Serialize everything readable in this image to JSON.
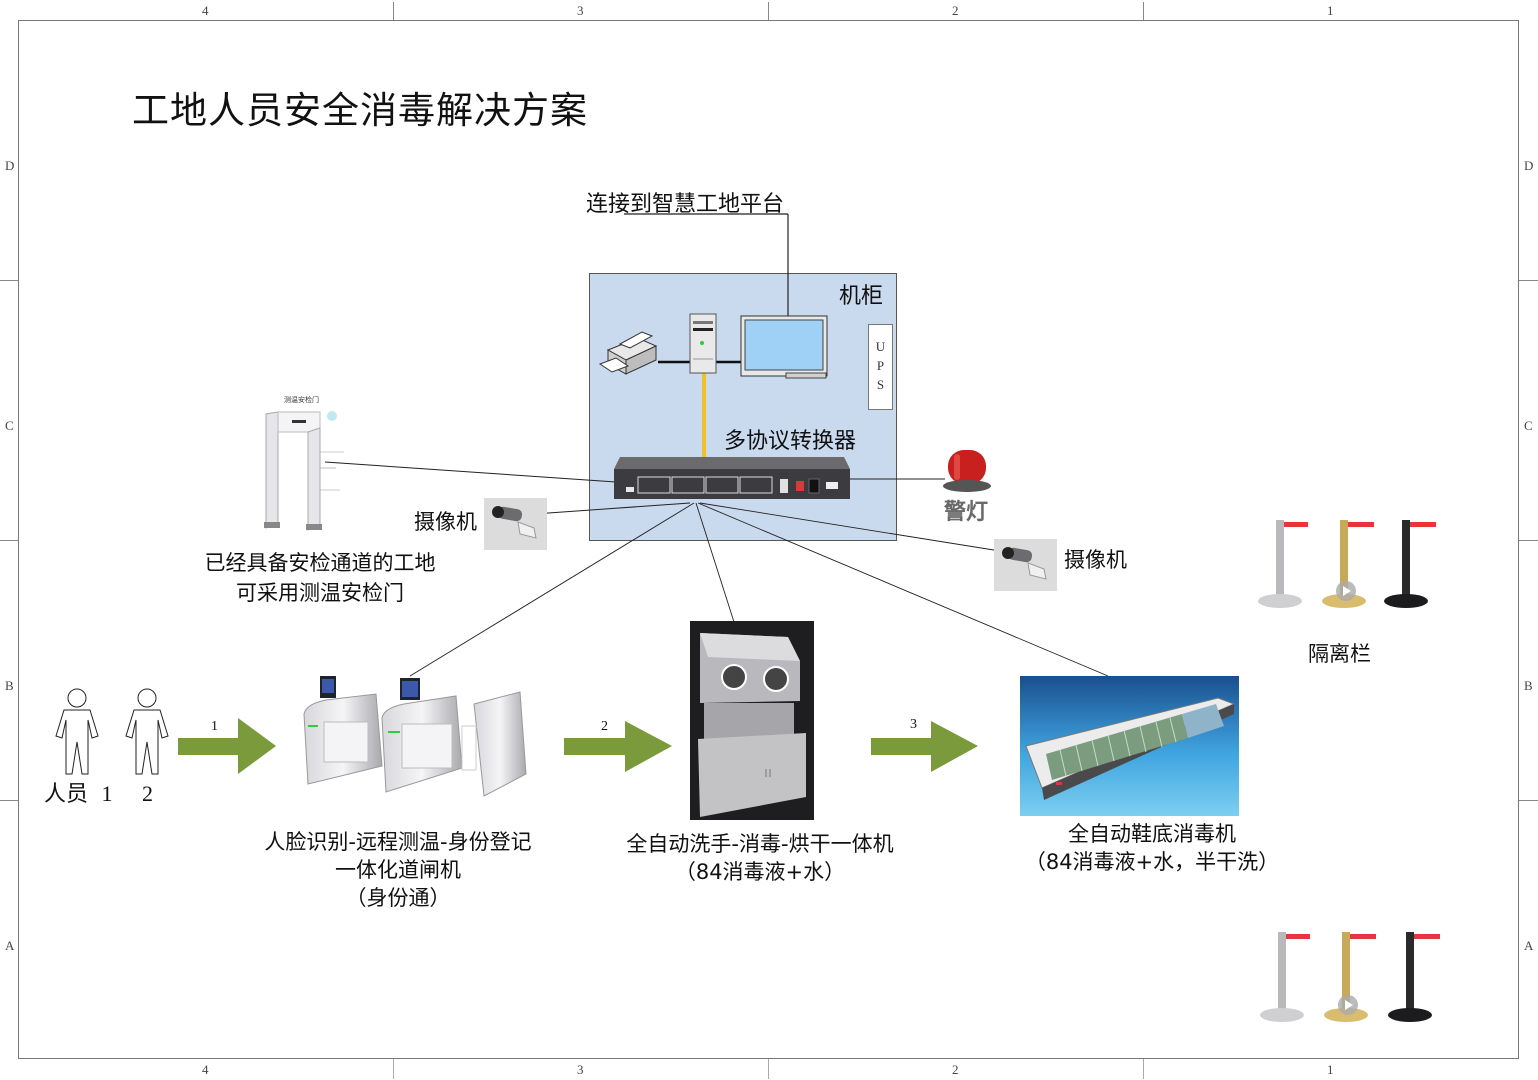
{
  "title": "工地人员安全消毒解决方案",
  "border_zones": {
    "columns": [
      "4",
      "3",
      "2",
      "1"
    ],
    "rows": [
      "D",
      "C",
      "B",
      "A"
    ]
  },
  "platform_label": "连接到智慧工地平台",
  "cabinet": {
    "label": "机柜",
    "ups_label": [
      "U",
      "P",
      "S"
    ],
    "converter_label": "多协议转换器",
    "devices": [
      "printer-icon",
      "pc-tower-icon",
      "monitor-icon",
      "network-switch-icon"
    ]
  },
  "devices": {
    "security_gate": {
      "caption_line1": "已经具备安检通道的工地",
      "caption_line2": "可采用测温安检门",
      "image_title": "测温安检门"
    },
    "camera_left": {
      "label": "摄像机"
    },
    "camera_right": {
      "label": "摄像机"
    },
    "alarm_light": {
      "label": "警灯"
    },
    "barrier": {
      "label": "隔离栏"
    }
  },
  "flow": {
    "people": {
      "label": "人员",
      "num1": "1",
      "num2": "2"
    },
    "arrows": [
      "1",
      "2",
      "3"
    ],
    "steps": [
      {
        "line1": "人脸识别-远程测温-身份登记",
        "line2": "一体化道闸机",
        "line3": "（身份通）"
      },
      {
        "line1": "全自动洗手-消毒-烘干一体机",
        "line2": "（84消毒液+水）"
      },
      {
        "line1": "全自动鞋底消毒机",
        "line2": "（84消毒液+水，半干洗）"
      }
    ]
  },
  "colors": {
    "cabinet_bg": "#c9d9ee",
    "arrow_green": "#7a9a3c",
    "cable_yellow": "#f2c02a",
    "alarm_red": "#c8201e",
    "barrier_tape": "#e8343c"
  }
}
